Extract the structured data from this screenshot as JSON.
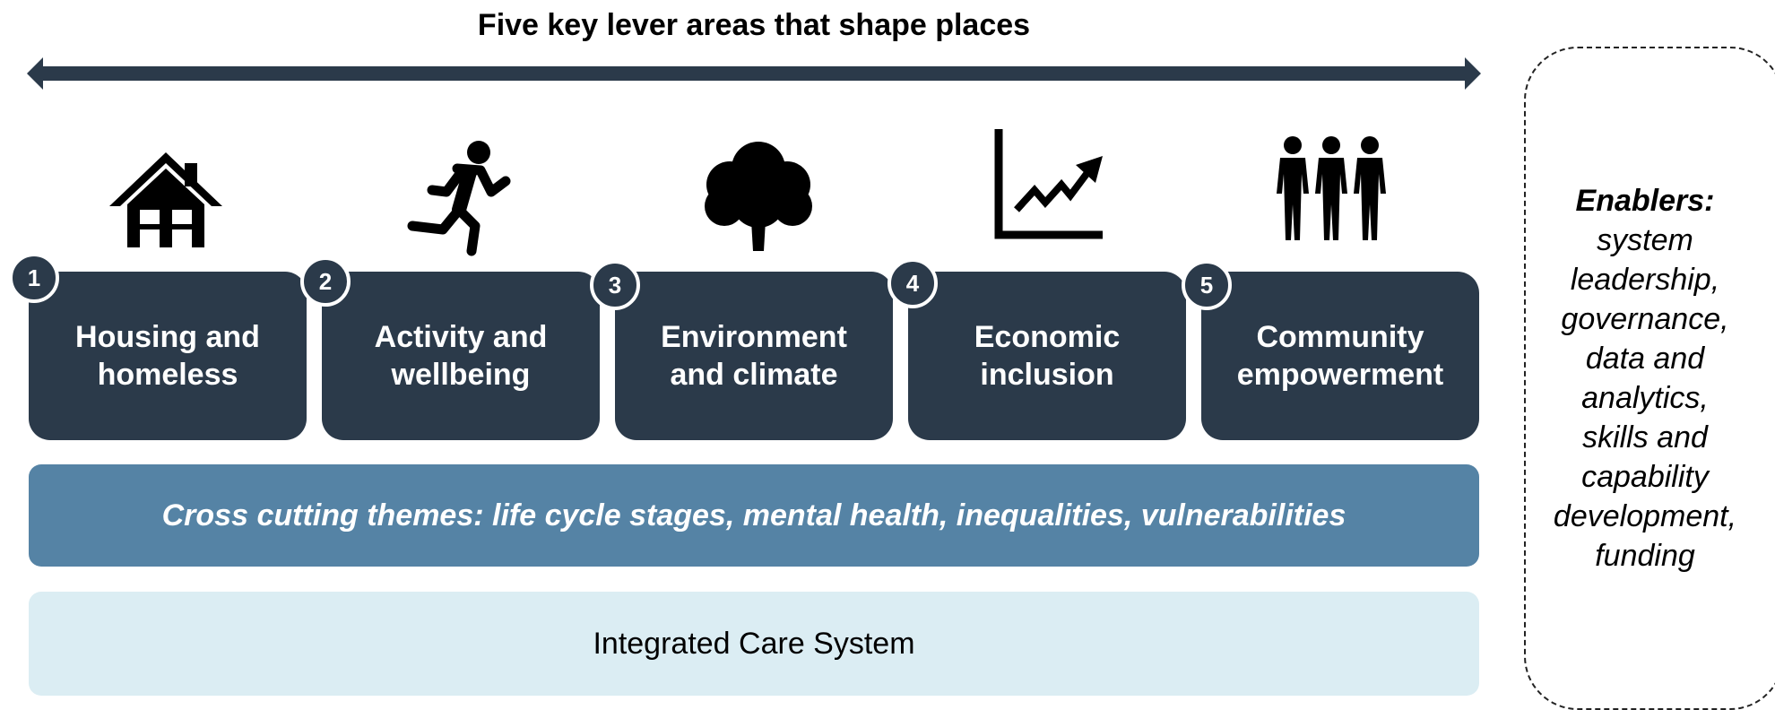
{
  "title": "Five key lever areas that shape places",
  "levers": [
    {
      "number": "1",
      "label": "Housing and\nhomeless",
      "icon": "house-icon"
    },
    {
      "number": "2",
      "label": "Activity and\nwellbeing",
      "icon": "running-person-icon"
    },
    {
      "number": "3",
      "label": "Environment\nand climate",
      "icon": "tree-icon"
    },
    {
      "number": "4",
      "label": "Economic\ninclusion",
      "icon": "rising-chart-icon"
    },
    {
      "number": "5",
      "label": "Community\nempowerment",
      "icon": "people-group-icon"
    }
  ],
  "cross_cutting": "Cross cutting themes: life cycle stages, mental health, inequalities, vulnerabilities",
  "integrated_care": "Integrated Care System",
  "enablers": {
    "title": "Enablers:",
    "body": "system\nleadership,\ngovernance,\ndata and\nanalytics,\nskills and\ncapability\ndevelopment,\nfunding"
  },
  "colors": {
    "dark_navy": "#2b3a4a",
    "steel_blue": "#5583a5",
    "light_blue": "#dbedf3",
    "arrow": "#2b3a4a"
  }
}
